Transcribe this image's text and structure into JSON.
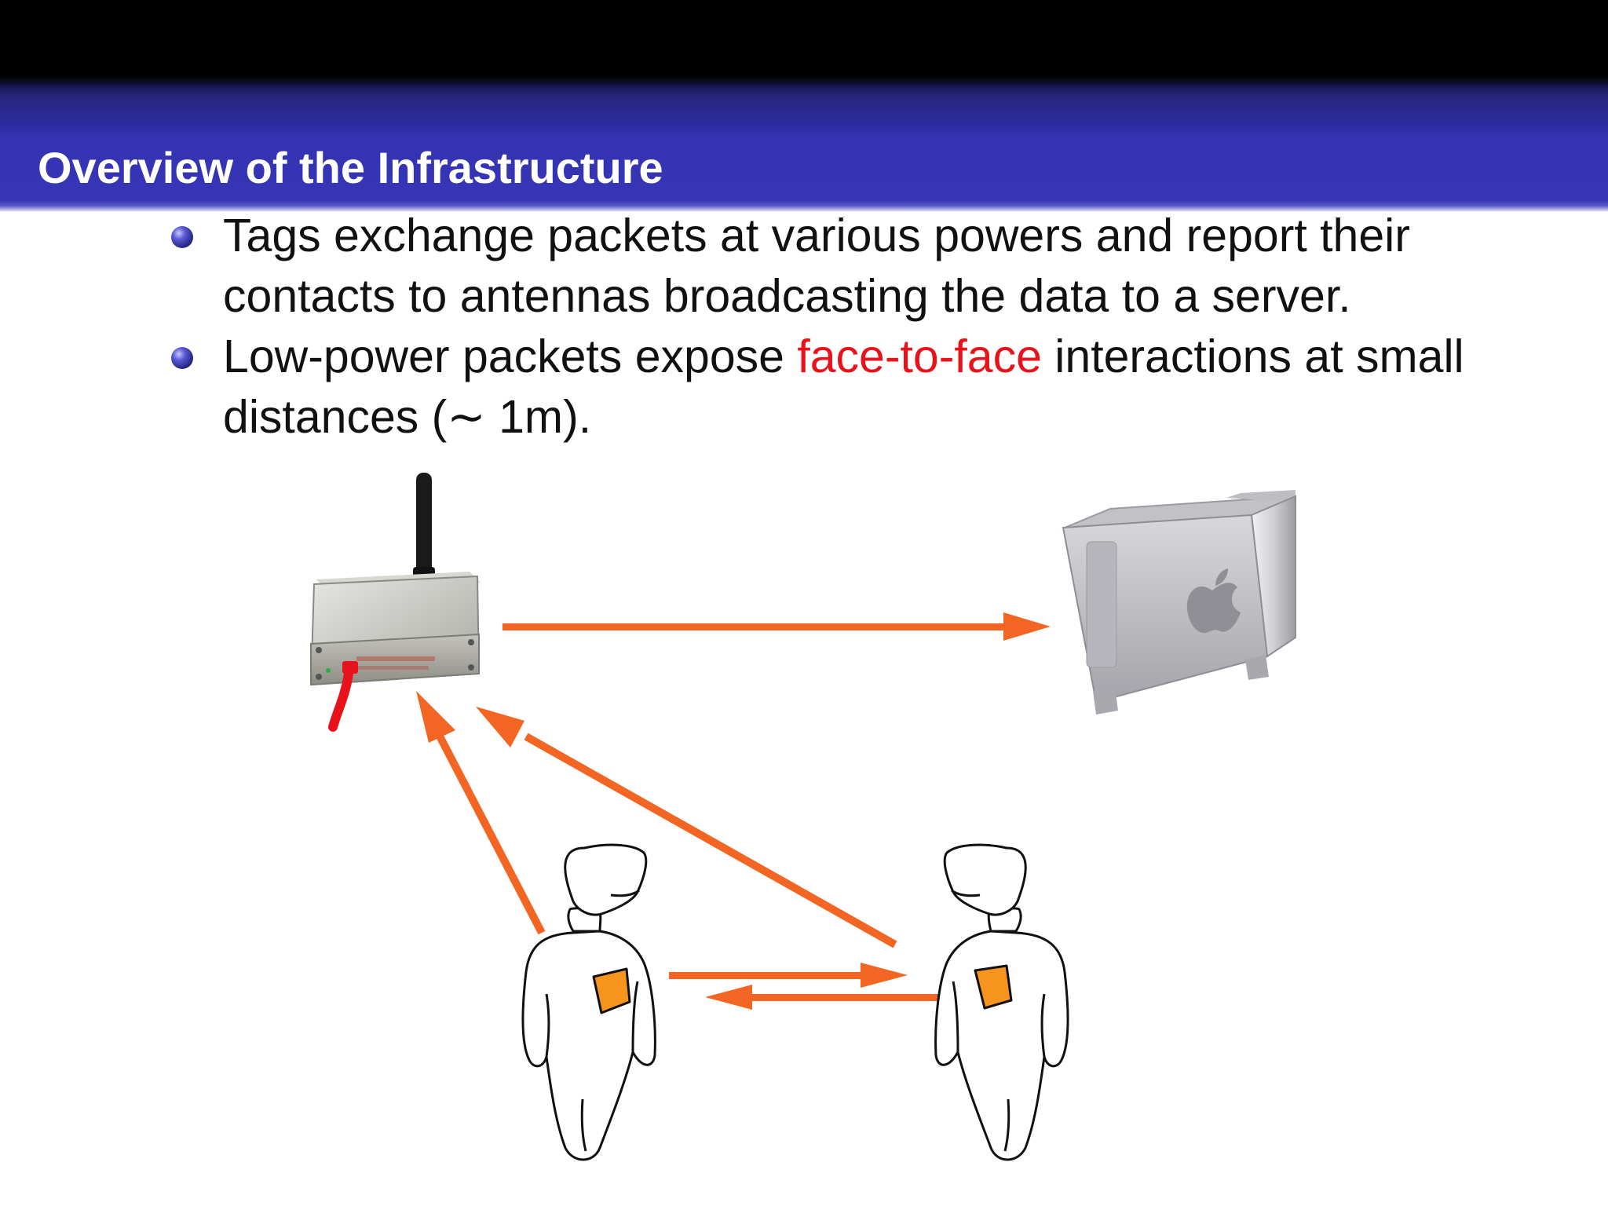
{
  "slide": {
    "title": "Overview of the Infrastructure",
    "bullets": [
      {
        "text_before": "Tags exchange packets at various powers and report their contacts to antennas broadcasting the data to a server.",
        "highlight": "",
        "text_after": ""
      },
      {
        "text_before": "Low-power packets expose ",
        "highlight": "face-to-face",
        "text_after": " interactions at small distances (∼ 1m)."
      }
    ]
  },
  "diagram": {
    "nodes": [
      "antenna-reader",
      "server",
      "person-left",
      "person-right"
    ],
    "arrows": [
      {
        "from": "antenna-reader",
        "to": "server"
      },
      {
        "from": "person-left",
        "to": "antenna-reader"
      },
      {
        "from": "person-right",
        "to": "antenna-reader"
      },
      {
        "from": "person-left",
        "to": "person-right"
      },
      {
        "from": "person-right",
        "to": "person-left"
      }
    ],
    "colors": {
      "arrow": "#f26522",
      "tag": "#f7941d",
      "cable": "#e8121a",
      "highlight": "#e8121a",
      "header_blue": "#3535b6"
    }
  }
}
